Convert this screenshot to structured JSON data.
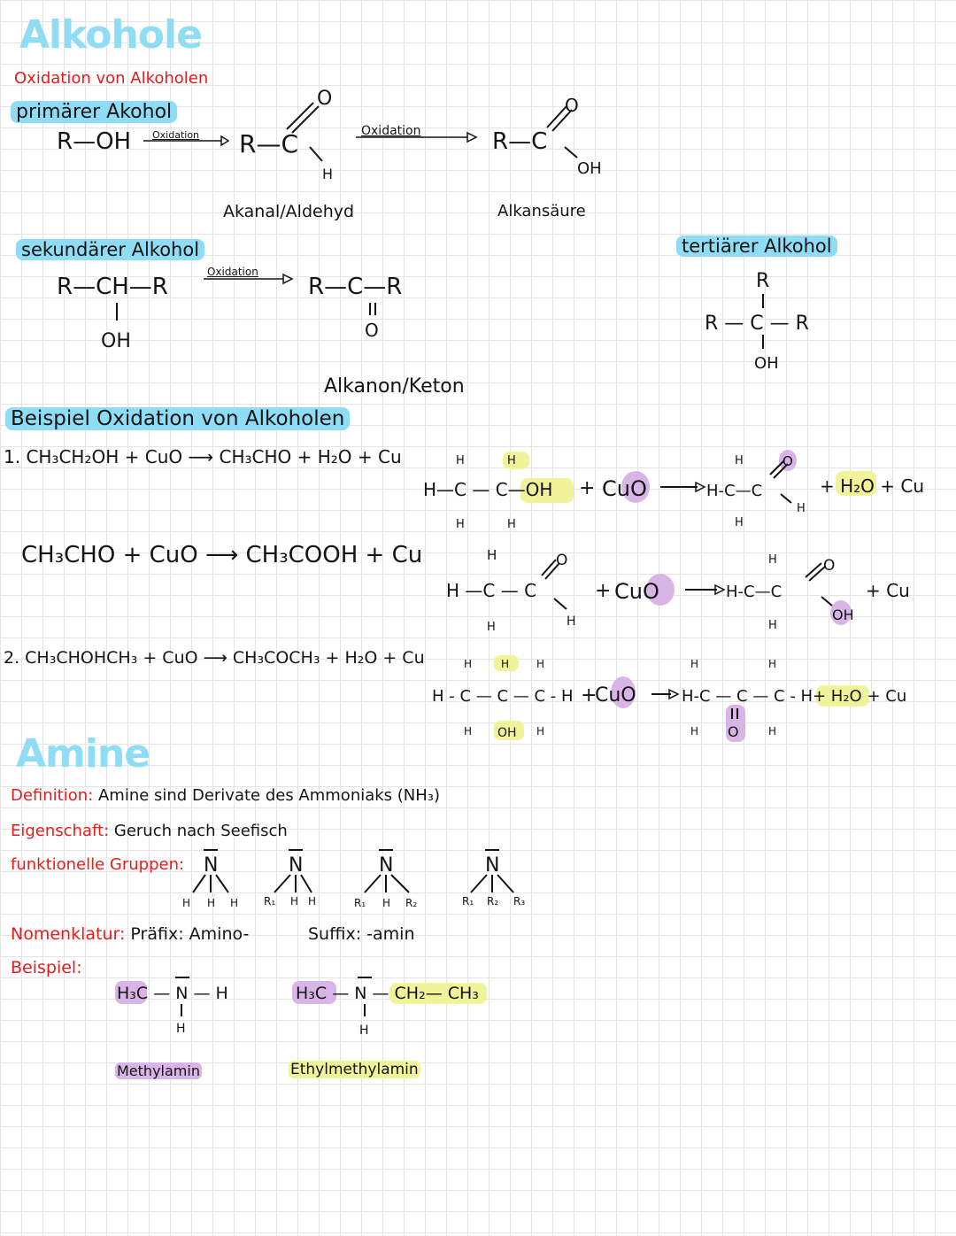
{
  "alkohole": {
    "title": "Alkohole",
    "oxidation_heading": "Oxidation von Alkoholen",
    "primary": {
      "label": "primärer Akohol",
      "reactant": "R—OH",
      "arrow1": "Oxidation",
      "arrow2": "Oxidation",
      "product1_name": "Akanal/Aldehyd",
      "product2_name": "Alkansäure"
    },
    "secondary": {
      "label": "sekundärer Alkohol",
      "arrow": "Oxidation",
      "product_name": "Alkanon/Keton"
    },
    "tertiary": {
      "label": "tertiärer Alkohol"
    },
    "example_heading": "Beispiel Oxidation von Alkoholen",
    "eq1": "1.  CH₃CH₂OH  + CuO ⟶ CH₃CHO  + H₂O  + Cu",
    "eq1b": "CH₃CHO  + CuO ⟶ CH₃COOH  + Cu",
    "eq2": "2.  CH₃CHOHCH₃  + CuO ⟶ CH₃COCH₃  + H₂O + Cu"
  },
  "amine": {
    "title": "Amine",
    "definition_label": "Definition:",
    "definition_text": "Amine sind Derivate des Ammoniaks (NH₃)",
    "property_label": "Eigenschaft:",
    "property_text": "Geruch nach Seefisch",
    "groups_label": "funktionelle Gruppen:",
    "nomenclature_label": "Nomenklatur:",
    "prefix": "Präfix: Amino-",
    "suffix": "Suffix: -amin",
    "example_label": "Beispiel:",
    "example1_name": "Methylamin",
    "example2_name": "Ethylmethylamin"
  },
  "colors": {
    "title": "#8fdcf5",
    "red": "#e51c1c",
    "yellow_highlight": "#f1f39a",
    "purple_highlight": "#d9b4e6"
  }
}
